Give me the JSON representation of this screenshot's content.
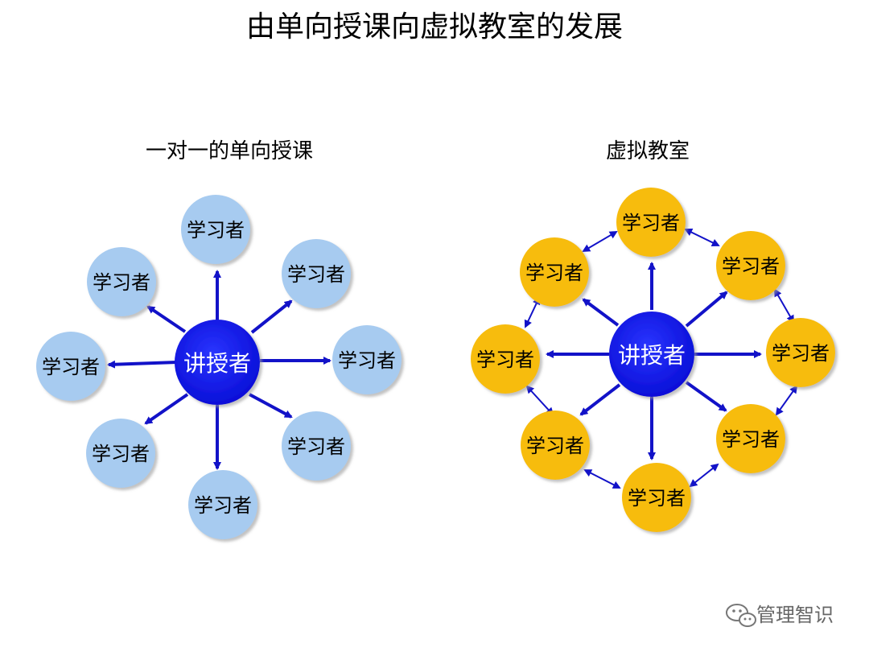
{
  "page_title": "由单向授课向虚拟教室的发展",
  "left": {
    "heading": "一对一的单向授课",
    "center_label": "讲授者",
    "nodes": [
      "学习者",
      "学习者",
      "学习者",
      "学习者",
      "学习者",
      "学习者",
      "学习者",
      "学习者"
    ]
  },
  "right": {
    "heading": "虚拟教室",
    "center_label": "讲授者",
    "nodes": [
      "学习者",
      "学习者",
      "学习者",
      "学习者",
      "学习者",
      "学习者",
      "学习者",
      "学习者"
    ]
  },
  "watermark": {
    "icon": "wechat-icon",
    "text": "管理智识"
  },
  "colors": {
    "center": "#0a14e6",
    "arrow": "#1212c8",
    "left_node": "#a7cbf0",
    "right_node": "#f7bc0e",
    "title_text": "#000000"
  }
}
